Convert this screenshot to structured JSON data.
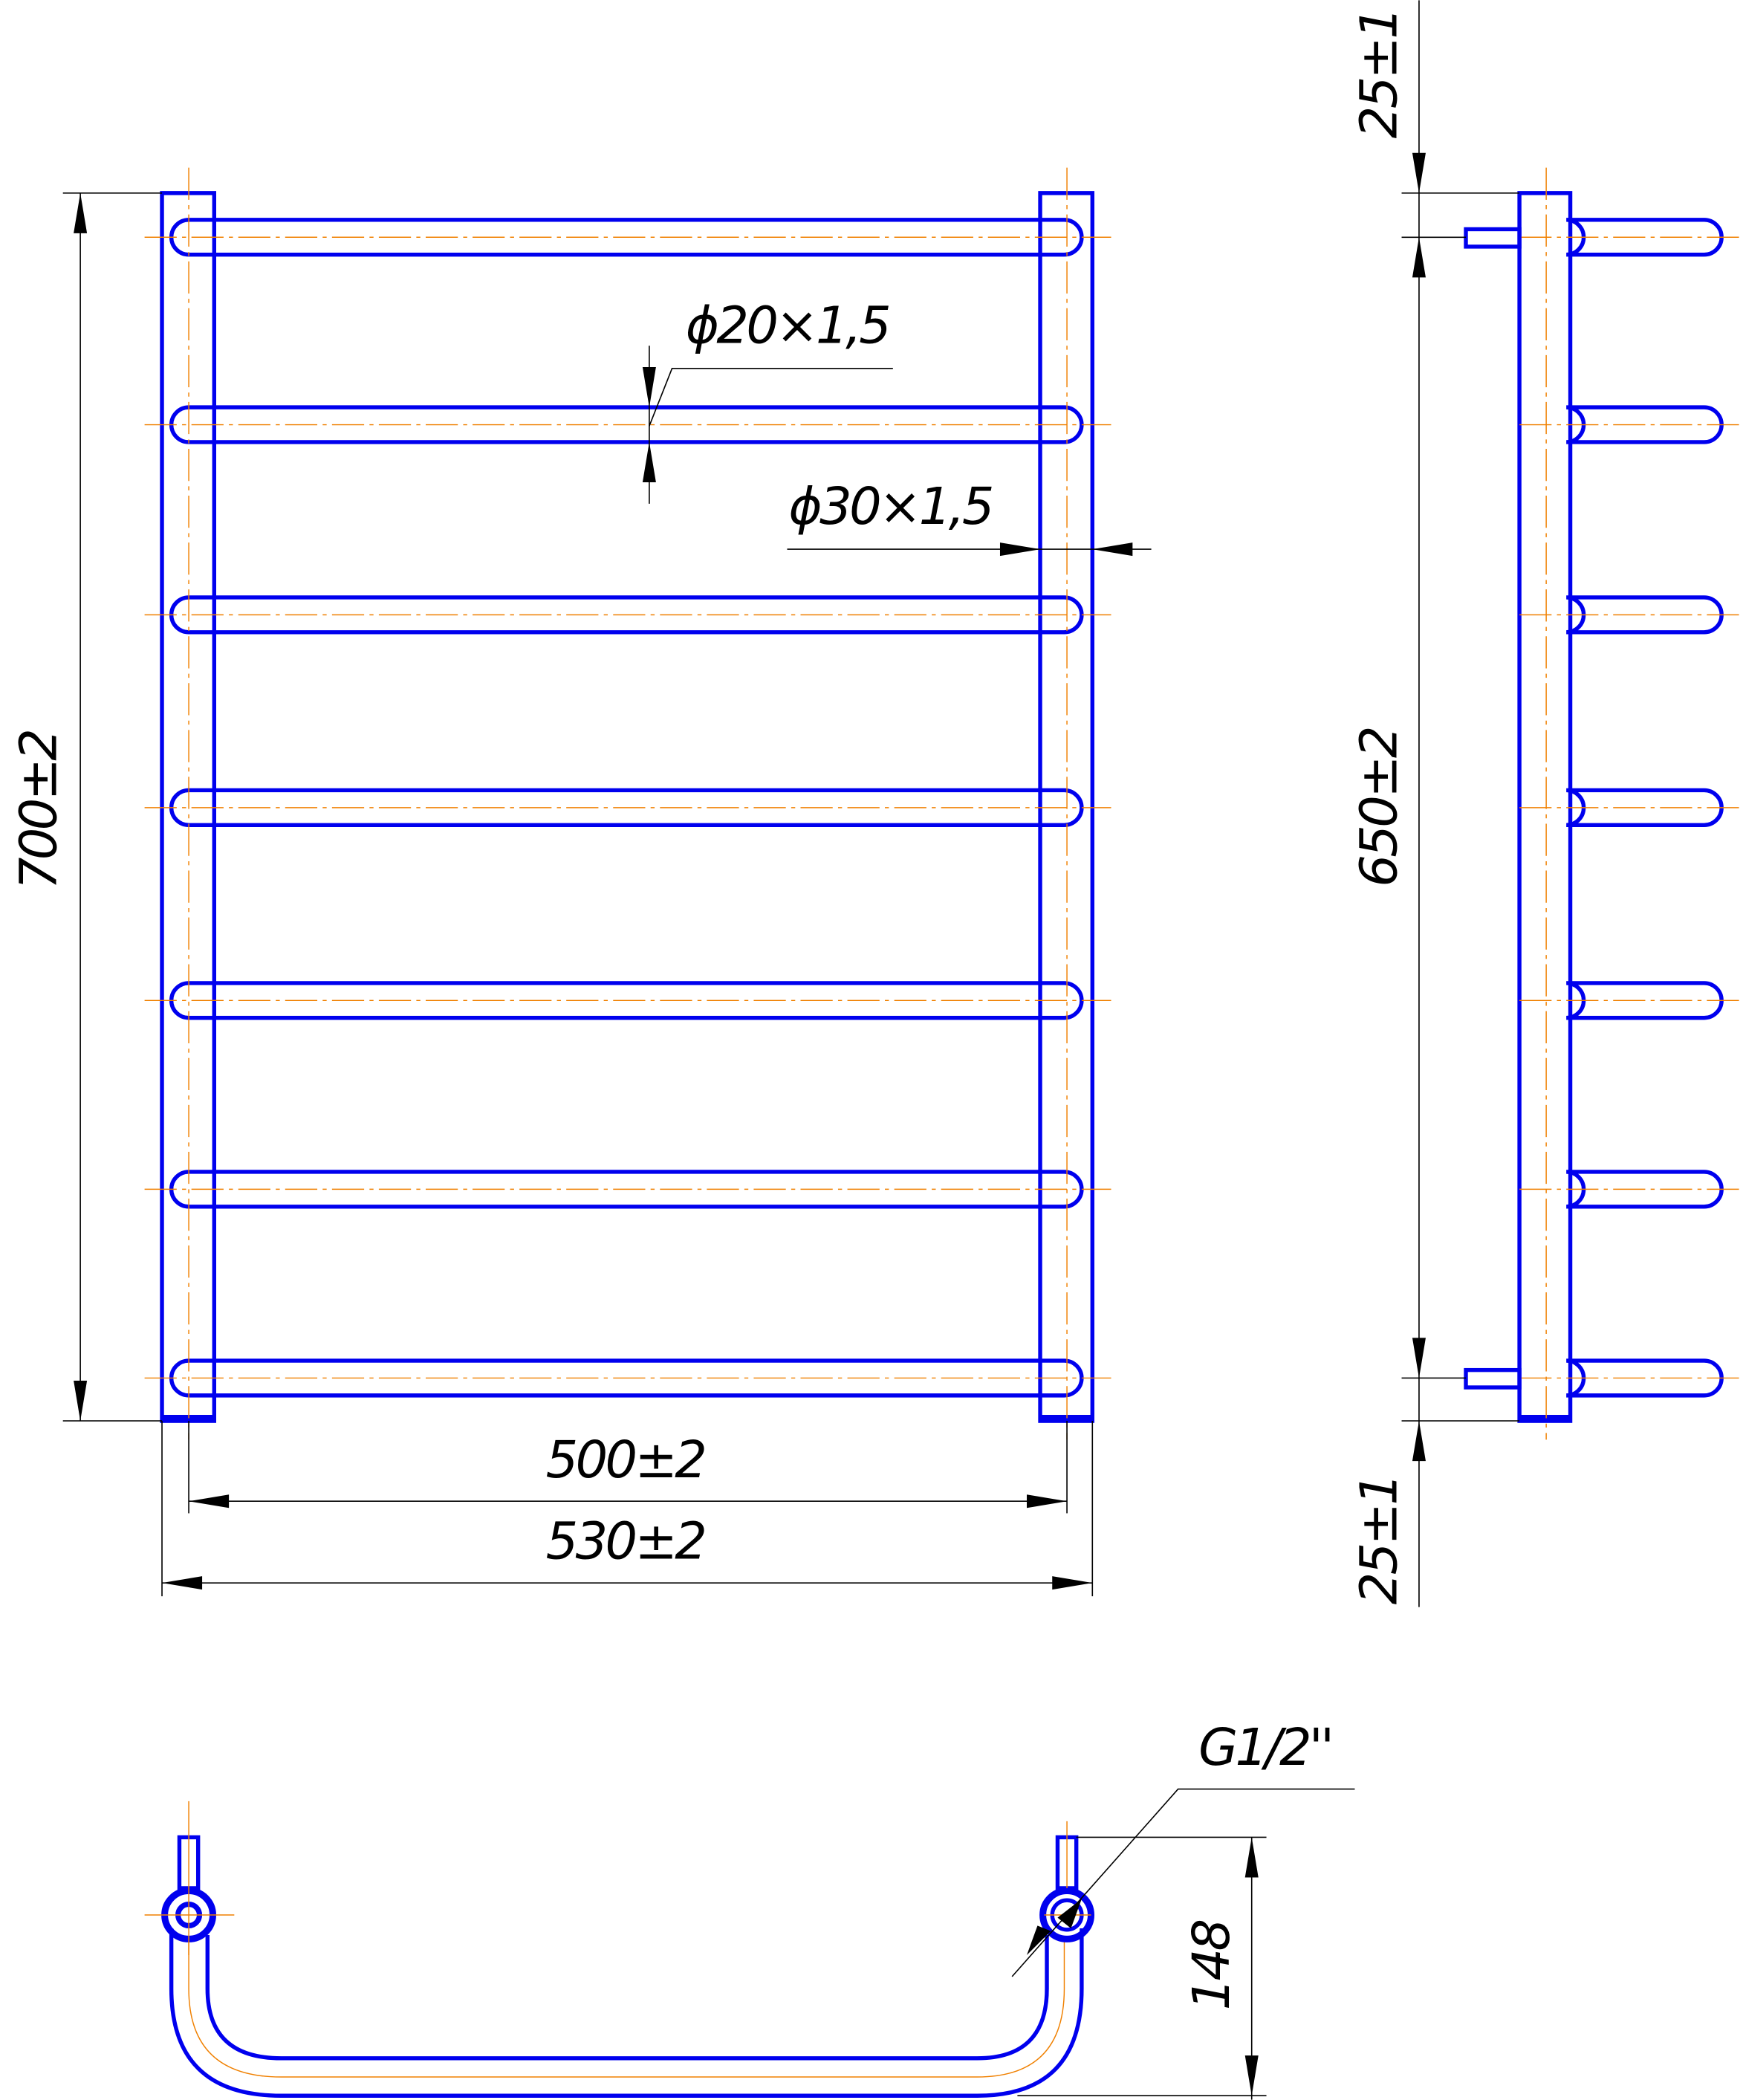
{
  "dimensions": {
    "height_front": "700±2",
    "inner_width": "500±2",
    "outer_width": "530±2",
    "rail_pipe": "ϕ20×1,5",
    "post_pipe": "ϕ30×1,5",
    "top_offset": "25±1",
    "axis_distance": "650±2",
    "bottom_offset": "25±1",
    "depth": "148",
    "thread": "G1/2''"
  },
  "colors": {
    "outline": "#0000ee",
    "centerline": "#f08000",
    "dimension": "#000000"
  }
}
